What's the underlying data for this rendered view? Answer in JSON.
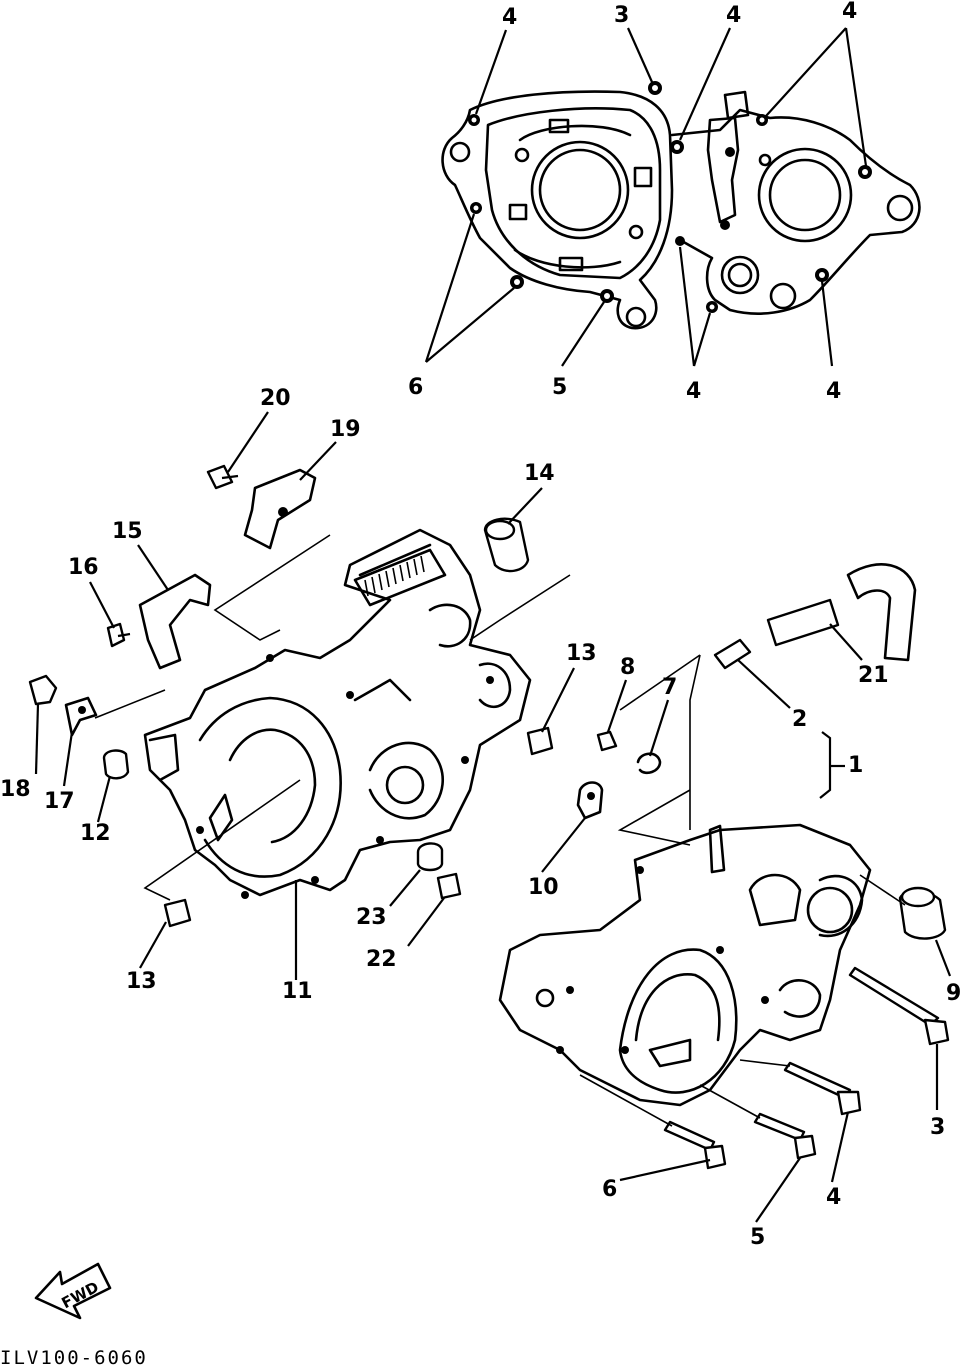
{
  "diagram": {
    "callouts": [
      {
        "id": "c4a",
        "text": "4"
      },
      {
        "id": "c3a",
        "text": "3"
      },
      {
        "id": "c4b",
        "text": "4"
      },
      {
        "id": "c4c",
        "text": "4"
      },
      {
        "id": "c6a",
        "text": "6"
      },
      {
        "id": "c5a",
        "text": "5"
      },
      {
        "id": "c4d",
        "text": "4"
      },
      {
        "id": "c4e",
        "text": "4"
      },
      {
        "id": "c20",
        "text": "20"
      },
      {
        "id": "c19",
        "text": "19"
      },
      {
        "id": "c14",
        "text": "14"
      },
      {
        "id": "c15",
        "text": "15"
      },
      {
        "id": "c16",
        "text": "16"
      },
      {
        "id": "c13a",
        "text": "13"
      },
      {
        "id": "c8",
        "text": "8"
      },
      {
        "id": "c7",
        "text": "7"
      },
      {
        "id": "c21",
        "text": "21"
      },
      {
        "id": "c2",
        "text": "2"
      },
      {
        "id": "c1",
        "text": "1"
      },
      {
        "id": "c18",
        "text": "18"
      },
      {
        "id": "c17",
        "text": "17"
      },
      {
        "id": "c12",
        "text": "12"
      },
      {
        "id": "c10",
        "text": "10"
      },
      {
        "id": "c23",
        "text": "23"
      },
      {
        "id": "c22",
        "text": "22"
      },
      {
        "id": "c13b",
        "text": "13"
      },
      {
        "id": "c11",
        "text": "11"
      },
      {
        "id": "c9",
        "text": "9"
      },
      {
        "id": "c3b",
        "text": "3"
      },
      {
        "id": "c6b",
        "text": "6"
      },
      {
        "id": "c4f",
        "text": "4"
      },
      {
        "id": "c5b",
        "text": "5"
      }
    ],
    "fwd_arrow_text": "FWD",
    "diagram_code": "ILV100-6060"
  }
}
